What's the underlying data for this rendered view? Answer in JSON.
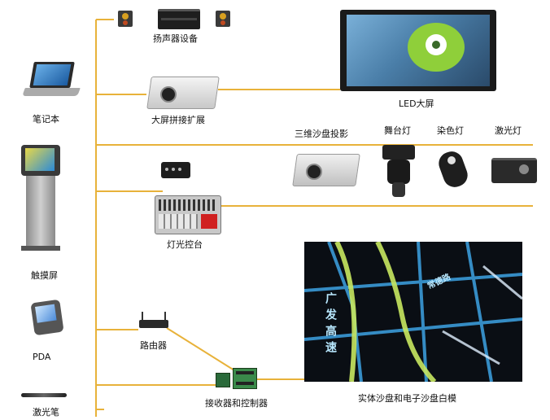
{
  "colors": {
    "wire": "#e8b23a",
    "device_dark": "#2a2a2a",
    "device_light": "#dcdcdc"
  },
  "labels": {
    "speakers": "扬声器设备",
    "led_screen": "LED大屏",
    "projector_stitch": "大屏拼接扩展",
    "projection_3d": "三维沙盘投影",
    "stage_light": "舞台灯",
    "dye_light": "染色灯",
    "laser_light": "激光灯",
    "light_console": "灯光控台",
    "router": "路由器",
    "receiver_controller": "接收器和控制器",
    "sand_table": "实体沙盘和电子沙盘白模",
    "laptop": "笔记本",
    "touchscreen": "触摸屏",
    "pda": "PDA",
    "laser_pen": "激光笔"
  },
  "map_overlay": {
    "text_1": "广发高速",
    "text_2": "常德路"
  }
}
